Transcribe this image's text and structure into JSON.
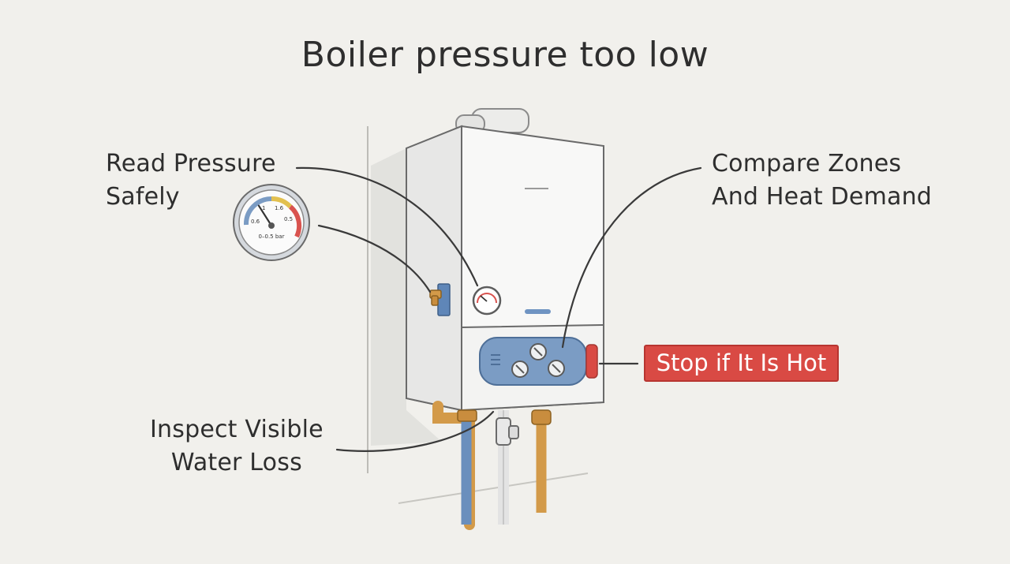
{
  "title": "Boiler pressure too low",
  "labels": {
    "read_pressure": [
      "Read Pressure",
      "Safely"
    ],
    "compare_zones": [
      "Compare Zones",
      "And Heat Demand"
    ],
    "inspect_water": [
      "Inspect Visible",
      "Water Loss"
    ],
    "stop_if_hot": "Stop if It Is Hot"
  },
  "gauge": {
    "ticks": [
      "0.6",
      "1",
      "1.6",
      "0.5"
    ],
    "unit": "0–0.5 bar",
    "needle_fraction": 0.3
  },
  "colors": {
    "background": "#f1f0ec",
    "ink": "#2e2e2e",
    "boiler_body": "#f7f7f7",
    "panel_blue": "#7b9cc4",
    "copper": "#d39a49",
    "alert_red": "#d94a44"
  },
  "icons": [
    "pressure-gauge-icon",
    "filling-valve-icon",
    "control-knob-icon",
    "pipe-valve-icon"
  ]
}
